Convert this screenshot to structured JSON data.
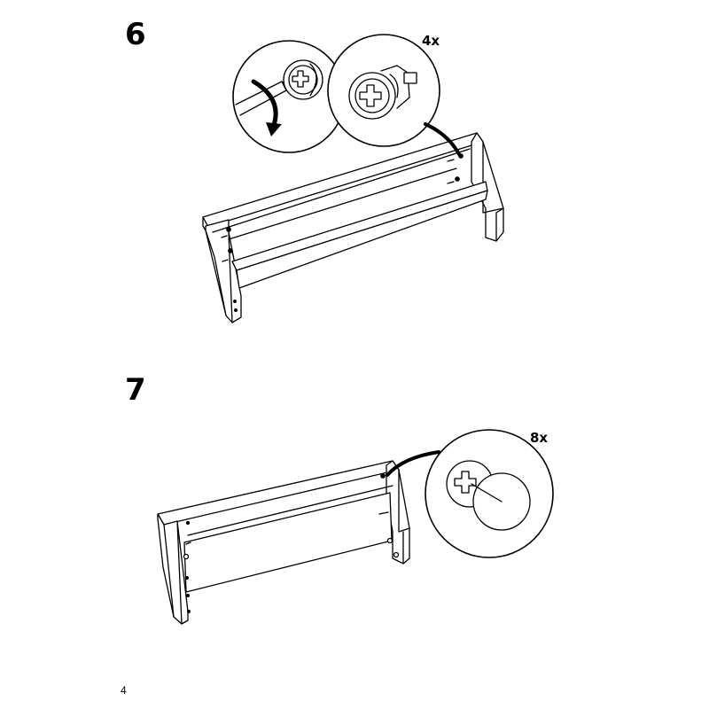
{
  "steps": [
    {
      "number": "6",
      "quantity": "4x"
    },
    {
      "number": "7",
      "quantity": "8x"
    }
  ],
  "page_number": "4",
  "icons": {
    "step6_detail_1": "screwdriver-turning-cam-lock-icon",
    "step6_detail_2": "cam-lock-closeup-icon",
    "step7_detail": "cover-cap-icon"
  }
}
